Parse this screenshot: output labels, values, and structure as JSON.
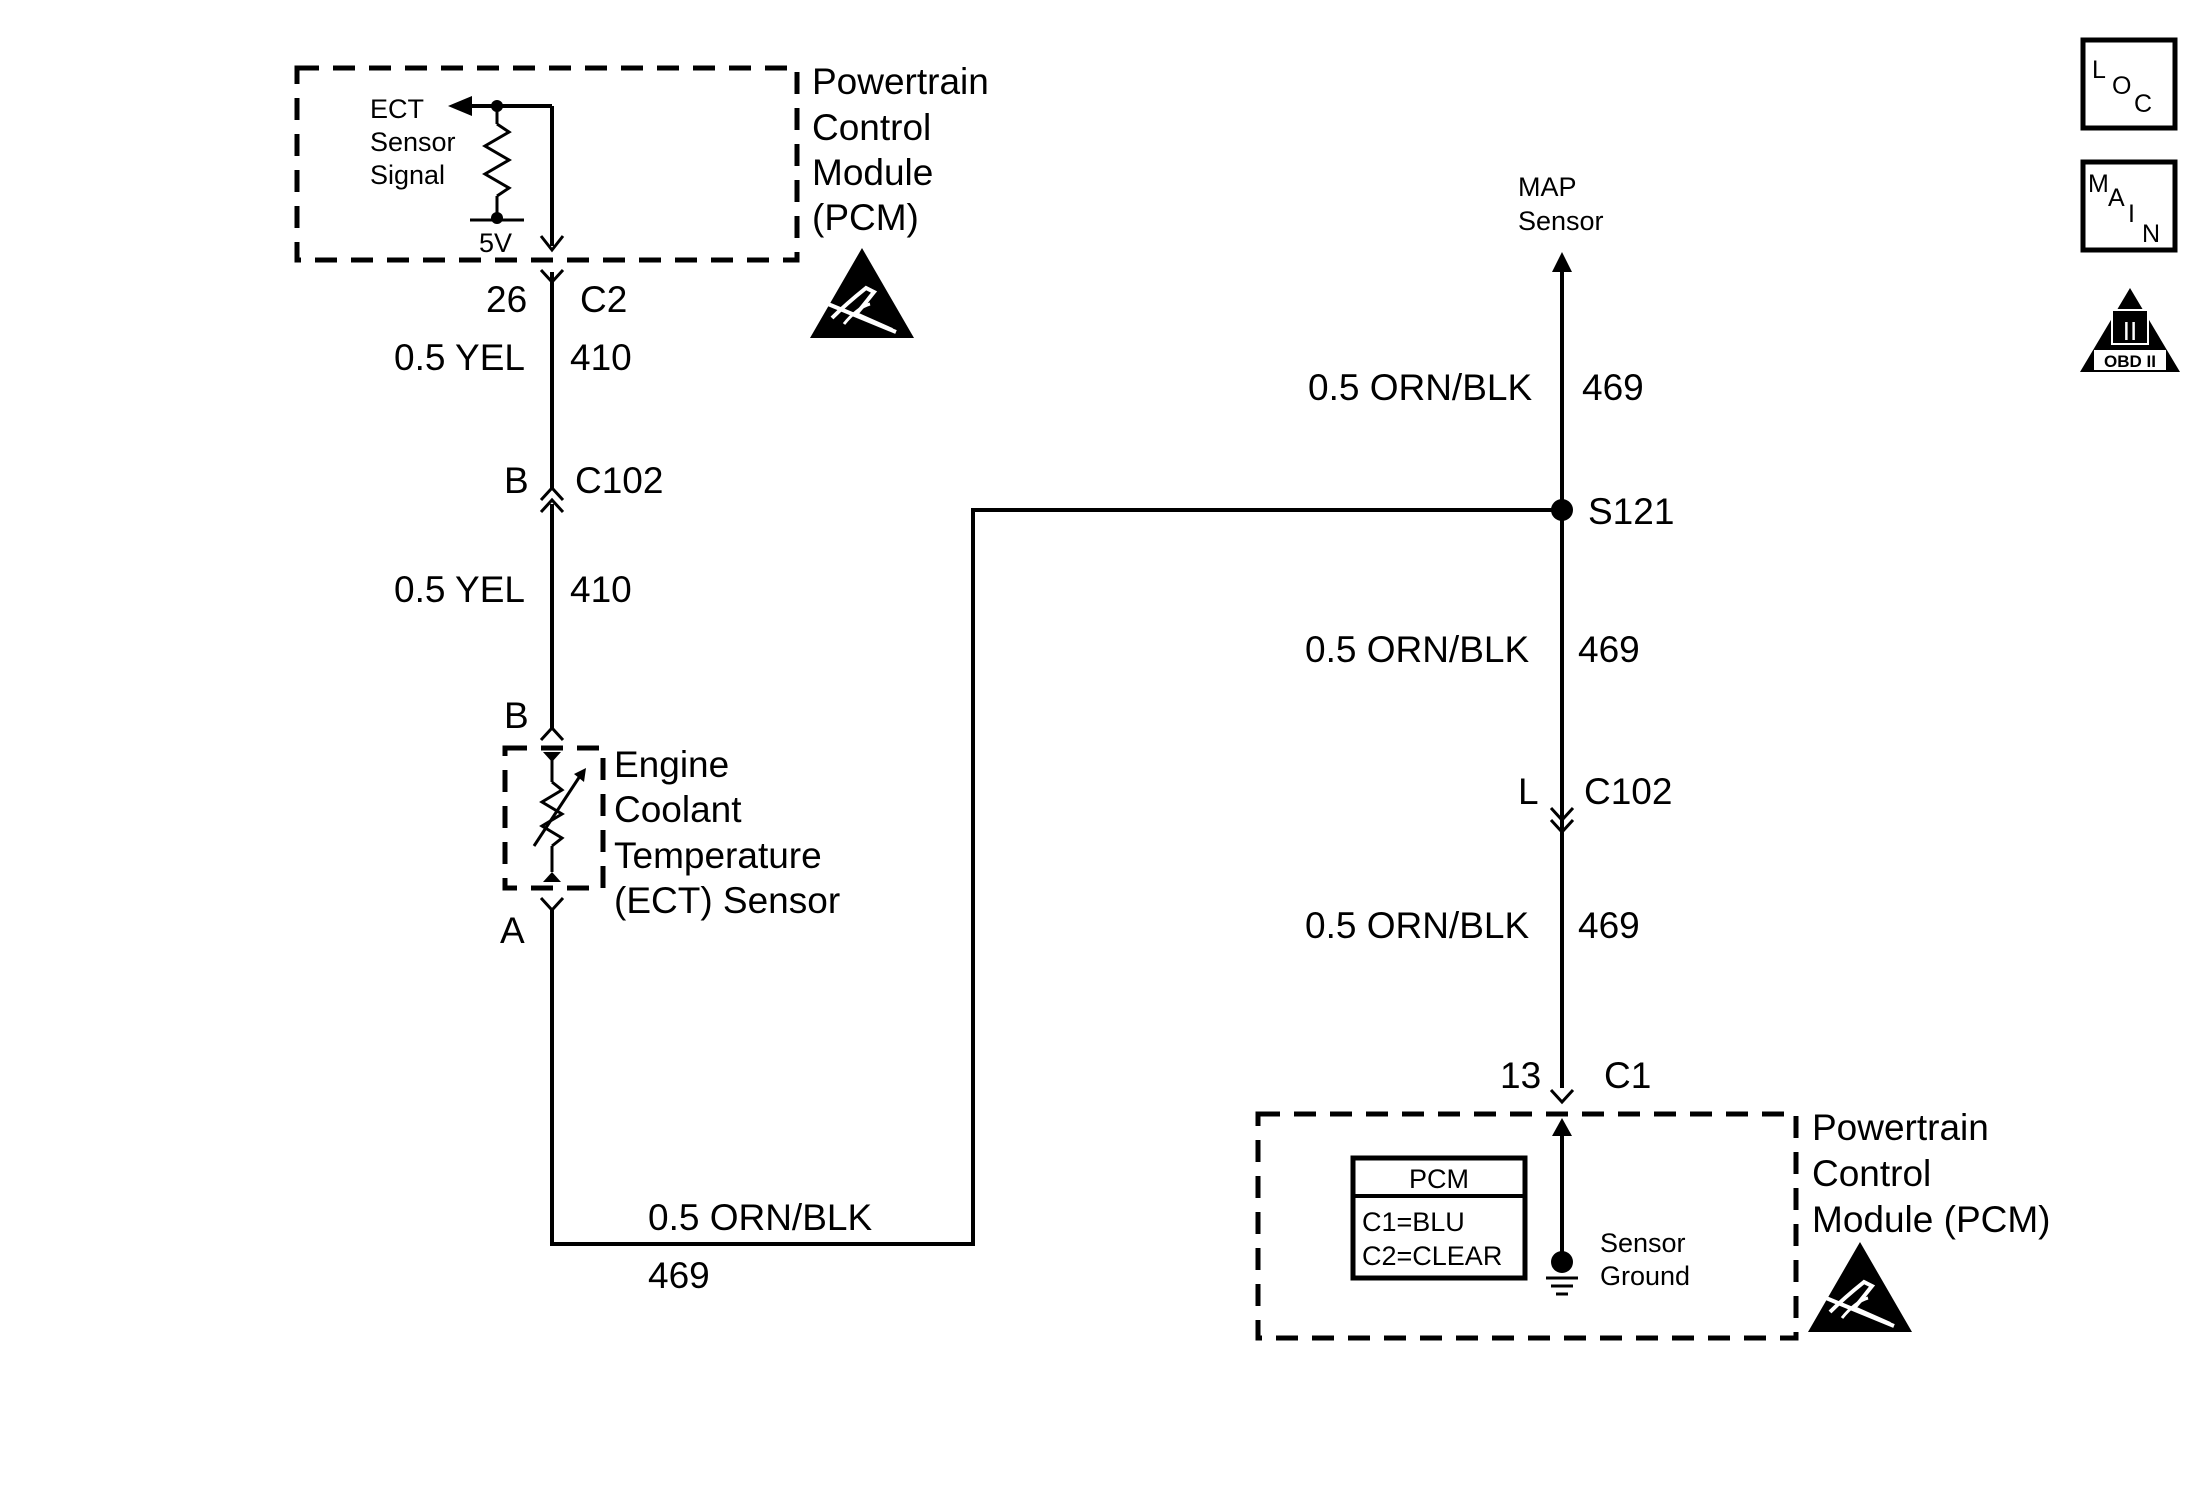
{
  "top_pcm": {
    "title_lines": [
      "Powertrain",
      "Control",
      "Module",
      "(PCM)"
    ],
    "signal_lines": [
      "ECT",
      "Sensor",
      "Signal"
    ],
    "voltage": "5V",
    "pin": "26",
    "connector": "C2"
  },
  "ect_upper_wire": {
    "size_color": "0.5 YEL",
    "circuit": "410"
  },
  "c102_left": {
    "pin": "B",
    "connector": "C102"
  },
  "ect_lower_wire": {
    "size_color": "0.5 YEL",
    "circuit": "410"
  },
  "ect_sensor": {
    "pin_top": "B",
    "pin_bottom": "A",
    "name_lines": [
      "Engine",
      "Coolant",
      "Temperature",
      "(ECT) Sensor"
    ]
  },
  "bottom_wire": {
    "size_color": "0.5 ORN/BLK",
    "circuit": "469"
  },
  "map_sensor": {
    "label_lines": [
      "MAP",
      "Sensor"
    ]
  },
  "map_wire": {
    "size_color": "0.5 ORN/BLK",
    "circuit": "469"
  },
  "splice": {
    "label": "S121"
  },
  "mid_wire": {
    "size_color": "0.5 ORN/BLK",
    "circuit": "469"
  },
  "c102_right": {
    "pin": "L",
    "connector": "C102"
  },
  "low_wire": {
    "size_color": "0.5 ORN/BLK",
    "circuit": "469"
  },
  "bottom_pcm": {
    "pin": "13",
    "connector": "C1",
    "title_lines": [
      "Powertrain",
      "Control",
      "Module (PCM)"
    ],
    "ground_lines": [
      "Sensor",
      "Ground"
    ],
    "legend": {
      "header": "PCM",
      "rows": [
        "C1=BLU",
        "C2=CLEAR"
      ]
    }
  },
  "corner_icons": {
    "loc": [
      "L",
      "O",
      "C"
    ],
    "main": [
      "M",
      "A",
      "I",
      "N"
    ],
    "obd": {
      "numeral": "II",
      "caption": "OBD II"
    }
  },
  "icons": [
    "esd-warning-icon",
    "ground-symbol-icon",
    "loc-icon",
    "main-icon",
    "obd-ii-icon"
  ]
}
